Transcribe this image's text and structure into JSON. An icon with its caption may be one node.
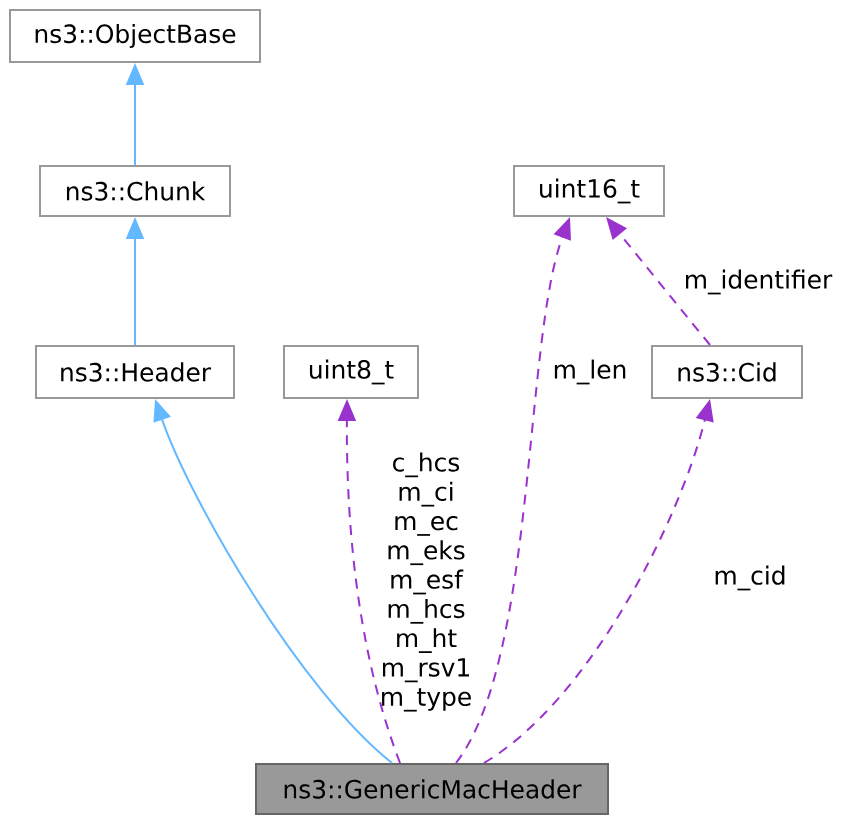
{
  "diagram": {
    "nodes": [
      {
        "text": [
          "ns3::ObjectBase"
        ]
      },
      {
        "text": [
          "ns3::Chunk"
        ]
      },
      {
        "text": [
          "ns3::Header"
        ]
      },
      {
        "text": [
          "uint8_t"
        ]
      },
      {
        "text": [
          "uint16_t"
        ]
      },
      {
        "text": [
          "ns3::Cid"
        ]
      },
      {
        "text": [
          "ns3::GenericMacHeader"
        ]
      }
    ],
    "edges": [
      {
        "from": 1,
        "to": 0,
        "arrow": "to",
        "color": "#63b8ff"
      },
      {
        "from": 2,
        "to": 1,
        "arrow": "to",
        "color": "#63b8ff"
      },
      {
        "from": 6,
        "to": 2,
        "arrow": "to",
        "color": "#63b8ff"
      },
      {
        "from": 6,
        "to": 3,
        "arrow": "to",
        "style": "dashed",
        "label": "c_hcs m_ci m_ec m_eks m_esf m_hcs m_ht m_rsv1 m_type"
      },
      {
        "from": 6,
        "to": 4,
        "arrow": "to",
        "style": "dashed",
        "label": "m_len"
      },
      {
        "from": 5,
        "to": 4,
        "arrow": "to",
        "style": "dashed",
        "label": "m_identifier"
      },
      {
        "from": 6,
        "to": 5,
        "arrow": "to",
        "style": "dashed",
        "label": "m_cid"
      }
    ]
  }
}
